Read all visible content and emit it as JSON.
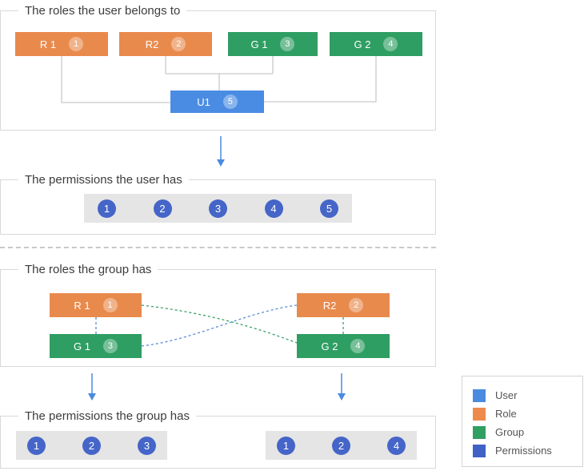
{
  "sections": {
    "user_roles": {
      "title": "The roles the user belongs to"
    },
    "user_permissions": {
      "title": "The permissions the user has"
    },
    "group_roles": {
      "title": "The roles the group has"
    },
    "group_permissions": {
      "title": "The permissions the group has"
    }
  },
  "nodes": {
    "user_roles": {
      "r1": {
        "label": "R 1",
        "badge": "1"
      },
      "r2": {
        "label": "R2",
        "badge": "2"
      },
      "g1": {
        "label": "G 1",
        "badge": "3"
      },
      "g2": {
        "label": "G 2",
        "badge": "4"
      },
      "u1": {
        "label": "U1",
        "badge": "5"
      }
    },
    "group_roles": {
      "r1": {
        "label": "R 1",
        "badge": "1"
      },
      "r2": {
        "label": "R2",
        "badge": "2"
      },
      "g1": {
        "label": "G 1",
        "badge": "3"
      },
      "g2": {
        "label": "G 2",
        "badge": "4"
      }
    }
  },
  "permissions": {
    "user": [
      "1",
      "2",
      "3",
      "4",
      "5"
    ],
    "group_g1": [
      "1",
      "2",
      "3"
    ],
    "group_g2": [
      "1",
      "2",
      "4"
    ]
  },
  "legend": {
    "items": [
      {
        "label": "User",
        "color": "#4a8be0"
      },
      {
        "label": "Role",
        "color": "#ed8a4c"
      },
      {
        "label": "Group",
        "color": "#319e62"
      },
      {
        "label": "Permissions",
        "color": "#4161c6"
      }
    ]
  },
  "colors": {
    "role_box": "#e98a4d",
    "group_box": "#2f9e63",
    "user_box": "#4a8ce4",
    "permission_circle": "#4565c8",
    "connector_gray": "#c9c9c9",
    "arrow_blue": "#4a8be0",
    "link_blue_dashed": "#5b8dd6",
    "link_green_dashed": "#3aa06a",
    "bar_background": "#e5e5e5",
    "section_border": "#d9d9d9"
  }
}
